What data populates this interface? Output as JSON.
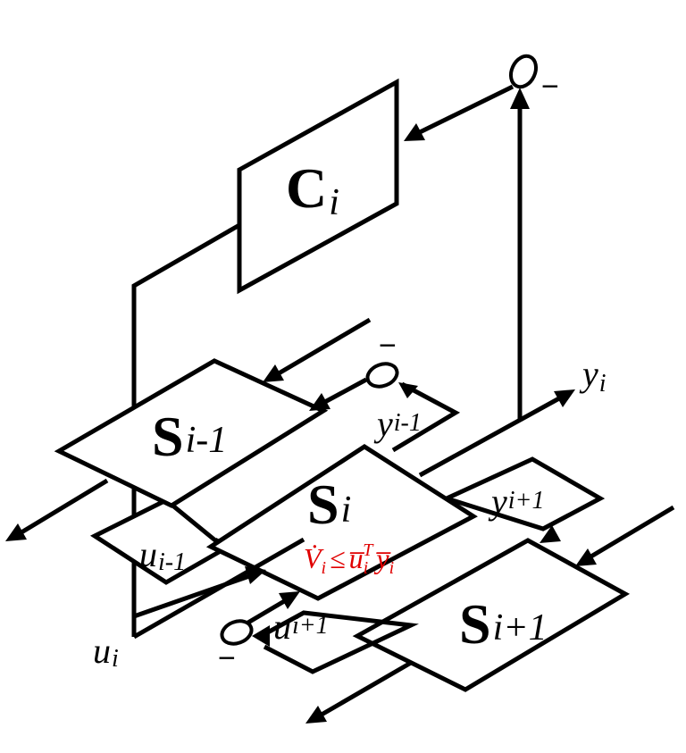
{
  "controller": {
    "letter": "C",
    "subscript": "i"
  },
  "subsystems": {
    "current": {
      "letter": "S",
      "subscript": "i"
    },
    "previous": {
      "letter": "S",
      "subscript": "i-1"
    },
    "next": {
      "letter": "S",
      "subscript": "i+1"
    }
  },
  "signals": {
    "y_i": {
      "base": "y",
      "sub": "i"
    },
    "y_im1": {
      "base": "y",
      "sub": "i-1"
    },
    "y_ip1": {
      "base": "y",
      "sub": "i+1"
    },
    "u_i": {
      "base": "u",
      "sub": "i"
    },
    "u_im1": {
      "base": "u",
      "sub": "i-1"
    },
    "u_ip1": {
      "base": "u",
      "sub": "i+1"
    }
  },
  "summing_sign": "−",
  "passivity_condition": {
    "lhs": "V̇",
    "lhs_sub": "i",
    "relation": "≤",
    "rhs_u": "u̅",
    "rhs_u_sub": "i",
    "rhs_u_sup": "T",
    "rhs_y": "y̅",
    "rhs_y_sub": "i",
    "color": "#e00000"
  }
}
